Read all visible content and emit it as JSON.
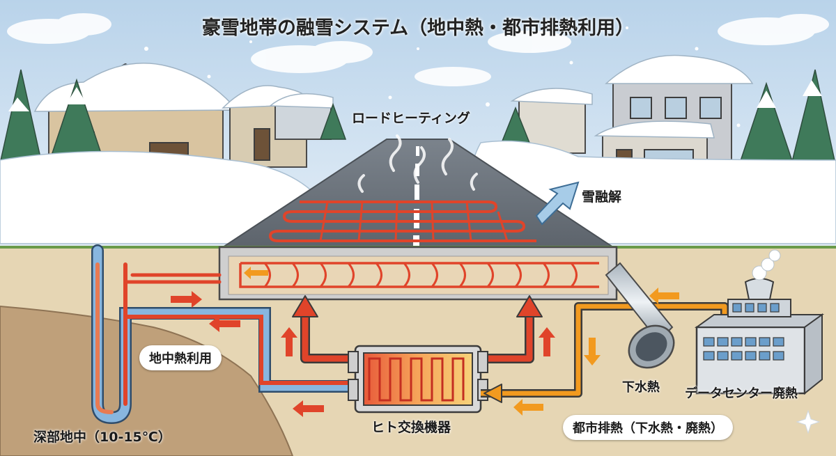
{
  "title": "豪雪地帯の融雪システム（地中熱・都市排熱利用）",
  "labels": {
    "road_heating": "ロードヒーティング",
    "snow_melt": "雪融解",
    "geothermal_use": "地中熱利用",
    "deep_underground": "深部地中（10-15℃）",
    "heat_exchanger": "ヒト交換機器",
    "sewage_heat": "下水熱",
    "datacenter_waste_heat": "データセンター廃熱",
    "urban_waste_heat": "都市排熱（下水熱・廃熱）"
  },
  "colors": {
    "sky": "#c9dff0",
    "snow": "#ffffff",
    "ground": "#e6d6b4",
    "soil": "#bfa07a",
    "hot_pipe": "#e0442a",
    "warm_pipe": "#f29a1f",
    "cool_pipe": "#88b6df",
    "exchanger": "#f2a95c"
  }
}
